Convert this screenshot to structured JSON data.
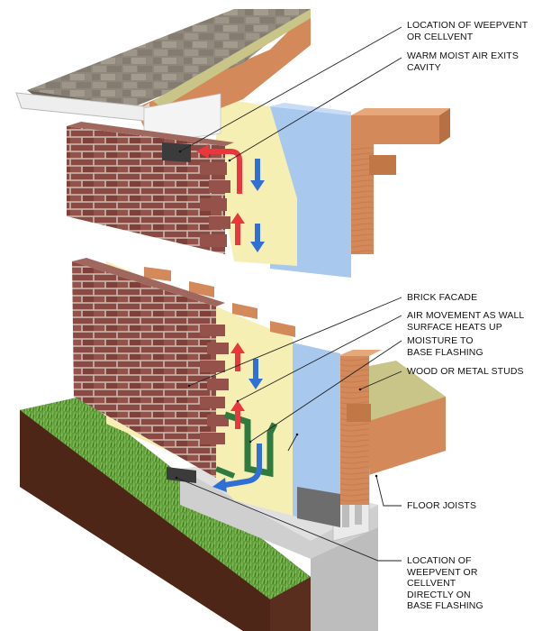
{
  "labels": {
    "weepvent_top": [
      "LOCATION OF WEEPVENT",
      "OR CELLVENT"
    ],
    "warm_air": [
      "WARM MOIST AIR EXITS",
      "CAVITY"
    ],
    "brick_facade": [
      "BRICK FACADE"
    ],
    "air_movement": [
      "AIR MOVEMENT AS WALL",
      "SURFACE HEATS UP"
    ],
    "moisture": [
      "MOISTURE TO",
      "BASE FLASHING"
    ],
    "studs": [
      "WOOD OR METAL STUDS"
    ],
    "floor_joists": [
      "FLOOR JOISTS"
    ],
    "weepvent_bottom": [
      "LOCATION OF",
      "WEEPVENT OR",
      "CELLVENT",
      "DIRECTLY ON",
      "BASE FLASHING"
    ]
  },
  "colors": {
    "brick": "#8a4a43",
    "mortar": "#c9b8ae",
    "insulation": "#f6efb4",
    "air_barrier": "#a9c8ee",
    "wood": "#d3895a",
    "grass": "#5f9c3c",
    "soil": "#5a2e1e",
    "concrete": "#cfcfcf",
    "shingles": "#8f877a",
    "warm_arrow": "#e8383d",
    "cool_arrow": "#2f6fd6",
    "flashing": "#2f7a3f"
  }
}
